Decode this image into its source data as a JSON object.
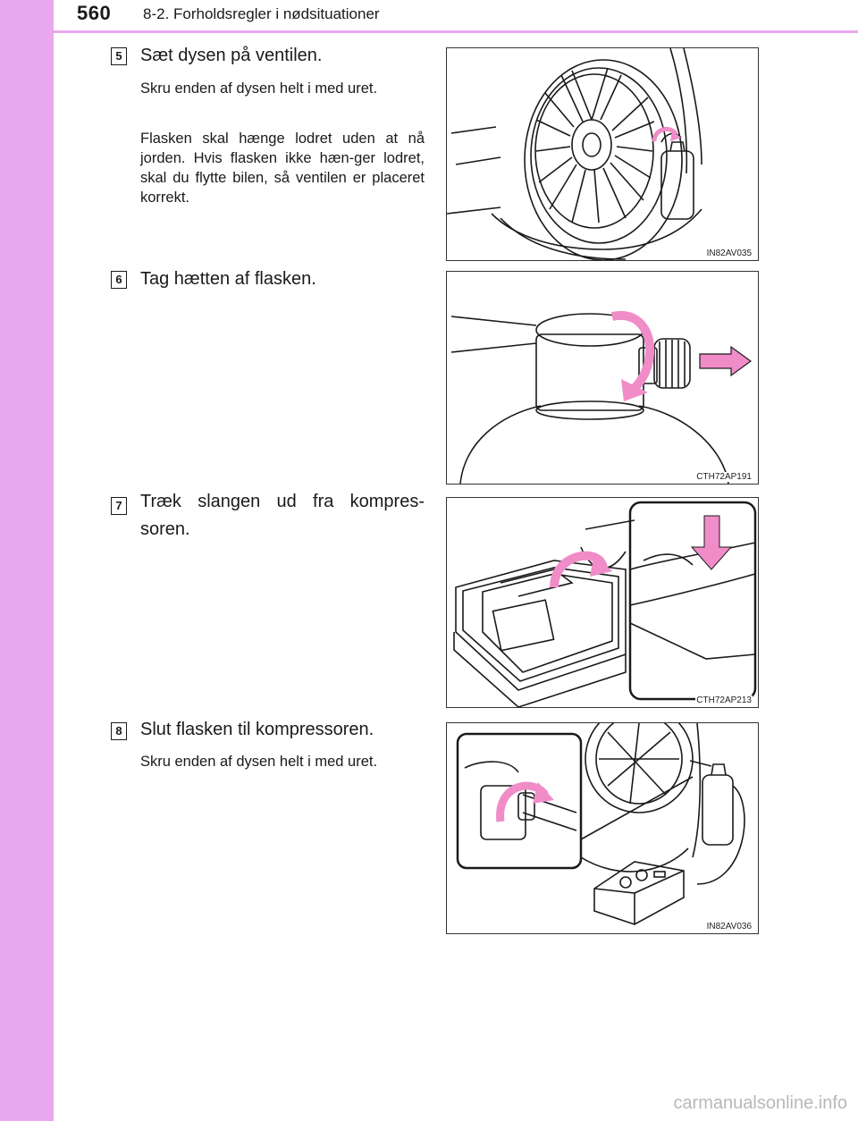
{
  "header": {
    "page_number": "560",
    "section_title": "8-2. Forholdsregler i nødsituationer"
  },
  "steps": [
    {
      "number": "5",
      "title": "Sæt dysen på ventilen.",
      "paragraphs": [
        "Skru enden af dysen helt i med uret.",
        "Flasken skal hænge lodret uden at nå jorden. Hvis flasken ikke hæn-ger lodret, skal du flytte bilen, så ventilen er placeret korrekt."
      ],
      "figure_code": "IN82AV035"
    },
    {
      "number": "6",
      "title": "Tag hætten af flasken.",
      "paragraphs": [],
      "figure_code": "CTH72AP191"
    },
    {
      "number": "7",
      "title": "Træk slangen ud fra kompres-soren.",
      "paragraphs": [],
      "figure_code": "CTH72AP213"
    },
    {
      "number": "8",
      "title": "Slut flasken til kompressoren.",
      "paragraphs": [
        "Skru enden af dysen helt i med uret."
      ],
      "figure_code": "IN82AV036"
    }
  ],
  "watermark": "carmanualsonline.info",
  "colors": {
    "sidebar": "#e9a8ee",
    "arrow": "#f08cc8",
    "line_art": "#1a1a1a"
  }
}
